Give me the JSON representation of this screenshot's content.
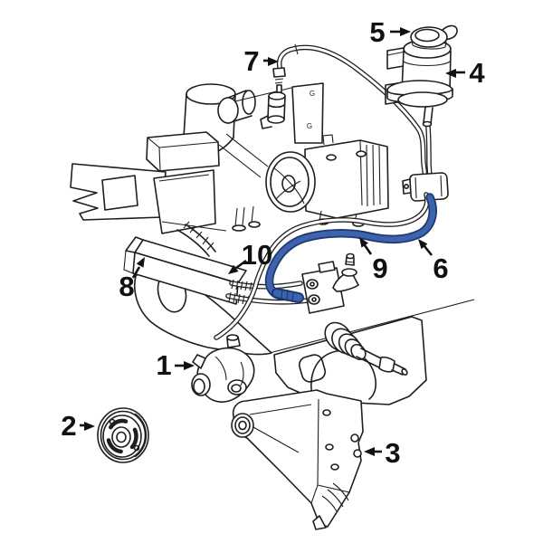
{
  "page": {
    "background": "#ffffff"
  },
  "diagram": {
    "kind": "automotive-power-steering-parts-line-diagram",
    "line_color": "#1e1e1e",
    "highlight_fill": "#3d63ae",
    "highlight_stroke": "#1d3a70",
    "callouts": [
      {
        "number": "1"
      },
      {
        "number": "2"
      },
      {
        "number": "3"
      },
      {
        "number": "4"
      },
      {
        "number": "5"
      },
      {
        "number": "6"
      },
      {
        "number": "7"
      },
      {
        "number": "8"
      },
      {
        "number": "9"
      },
      {
        "number": "10"
      }
    ],
    "casting_marks": [
      "G",
      "G"
    ]
  }
}
